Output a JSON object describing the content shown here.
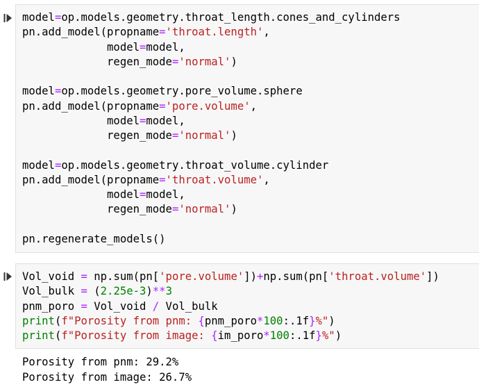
{
  "icons": {
    "run": "run-cell-icon"
  },
  "colors": {
    "cell_background": "#f7f7f7",
    "cell_border": "#e0e0e0",
    "keyword": "#008000",
    "operator": "#aa22ff",
    "string": "#ba2121",
    "number": "#008000",
    "text": "#000000"
  },
  "cells": [
    {
      "lines": [
        [
          {
            "t": "model",
            "c": "txt"
          },
          {
            "t": "=",
            "c": "op"
          },
          {
            "t": "op.models.geometry.throat_length.cones_and_cylinders",
            "c": "txt"
          }
        ],
        [
          {
            "t": "pn.add_model(propname",
            "c": "txt"
          },
          {
            "t": "=",
            "c": "op"
          },
          {
            "t": "'throat.length'",
            "c": "str"
          },
          {
            "t": ",",
            "c": "txt"
          }
        ],
        [
          {
            "t": "             model",
            "c": "txt"
          },
          {
            "t": "=",
            "c": "op"
          },
          {
            "t": "model,",
            "c": "txt"
          }
        ],
        [
          {
            "t": "             regen_mode",
            "c": "txt"
          },
          {
            "t": "=",
            "c": "op"
          },
          {
            "t": "'normal'",
            "c": "str"
          },
          {
            "t": ")",
            "c": "txt"
          }
        ],
        [],
        [
          {
            "t": "model",
            "c": "txt"
          },
          {
            "t": "=",
            "c": "op"
          },
          {
            "t": "op.models.geometry.pore_volume.sphere",
            "c": "txt"
          }
        ],
        [
          {
            "t": "pn.add_model(propname",
            "c": "txt"
          },
          {
            "t": "=",
            "c": "op"
          },
          {
            "t": "'pore.volume'",
            "c": "str"
          },
          {
            "t": ",",
            "c": "txt"
          }
        ],
        [
          {
            "t": "             model",
            "c": "txt"
          },
          {
            "t": "=",
            "c": "op"
          },
          {
            "t": "model,",
            "c": "txt"
          }
        ],
        [
          {
            "t": "             regen_mode",
            "c": "txt"
          },
          {
            "t": "=",
            "c": "op"
          },
          {
            "t": "'normal'",
            "c": "str"
          },
          {
            "t": ")",
            "c": "txt"
          }
        ],
        [],
        [
          {
            "t": "model",
            "c": "txt"
          },
          {
            "t": "=",
            "c": "op"
          },
          {
            "t": "op.models.geometry.throat_volume.cylinder",
            "c": "txt"
          }
        ],
        [
          {
            "t": "pn.add_model(propname",
            "c": "txt"
          },
          {
            "t": "=",
            "c": "op"
          },
          {
            "t": "'throat.volume'",
            "c": "str"
          },
          {
            "t": ",",
            "c": "txt"
          }
        ],
        [
          {
            "t": "             model",
            "c": "txt"
          },
          {
            "t": "=",
            "c": "op"
          },
          {
            "t": "model,",
            "c": "txt"
          }
        ],
        [
          {
            "t": "             regen_mode",
            "c": "txt"
          },
          {
            "t": "=",
            "c": "op"
          },
          {
            "t": "'normal'",
            "c": "str"
          },
          {
            "t": ")",
            "c": "txt"
          }
        ],
        [],
        [
          {
            "t": "pn.regenerate_models()",
            "c": "txt"
          }
        ]
      ]
    },
    {
      "lines": [
        [
          {
            "t": "Vol_void ",
            "c": "txt"
          },
          {
            "t": "=",
            "c": "op"
          },
          {
            "t": " np.sum(pn[",
            "c": "txt"
          },
          {
            "t": "'pore.volume'",
            "c": "str"
          },
          {
            "t": "])",
            "c": "txt"
          },
          {
            "t": "+",
            "c": "op"
          },
          {
            "t": "np.sum(pn[",
            "c": "txt"
          },
          {
            "t": "'throat.volume'",
            "c": "str"
          },
          {
            "t": "])",
            "c": "txt"
          }
        ],
        [
          {
            "t": "Vol_bulk ",
            "c": "txt"
          },
          {
            "t": "=",
            "c": "op"
          },
          {
            "t": " (",
            "c": "txt"
          },
          {
            "t": "2.25e-3",
            "c": "num"
          },
          {
            "t": ")",
            "c": "txt"
          },
          {
            "t": "**",
            "c": "op"
          },
          {
            "t": "3",
            "c": "num"
          }
        ],
        [
          {
            "t": "pnm_poro ",
            "c": "txt"
          },
          {
            "t": "=",
            "c": "op"
          },
          {
            "t": " Vol_void ",
            "c": "txt"
          },
          {
            "t": "/",
            "c": "op"
          },
          {
            "t": " Vol_bulk",
            "c": "txt"
          }
        ],
        [
          {
            "t": "print",
            "c": "kw"
          },
          {
            "t": "(",
            "c": "txt"
          },
          {
            "t": "f\"Porosity from pnm: ",
            "c": "str"
          },
          {
            "t": "{",
            "c": "op"
          },
          {
            "t": "pnm_poro",
            "c": "txt"
          },
          {
            "t": "*",
            "c": "op"
          },
          {
            "t": "100",
            "c": "num"
          },
          {
            "t": ":.1f",
            "c": "txt"
          },
          {
            "t": "}",
            "c": "op"
          },
          {
            "t": "%\"",
            "c": "str"
          },
          {
            "t": ")",
            "c": "txt"
          }
        ],
        [
          {
            "t": "print",
            "c": "kw"
          },
          {
            "t": "(",
            "c": "txt"
          },
          {
            "t": "f\"Porosity from image: ",
            "c": "str"
          },
          {
            "t": "{",
            "c": "op"
          },
          {
            "t": "im_poro",
            "c": "txt"
          },
          {
            "t": "*",
            "c": "op"
          },
          {
            "t": "100",
            "c": "num"
          },
          {
            "t": ":.1f",
            "c": "txt"
          },
          {
            "t": "}",
            "c": "op"
          },
          {
            "t": "%\"",
            "c": "str"
          },
          {
            "t": ")",
            "c": "txt"
          }
        ]
      ]
    }
  ],
  "output": {
    "lines": [
      "Porosity from pnm: 29.2%",
      "Porosity from image: 26.7%"
    ]
  }
}
